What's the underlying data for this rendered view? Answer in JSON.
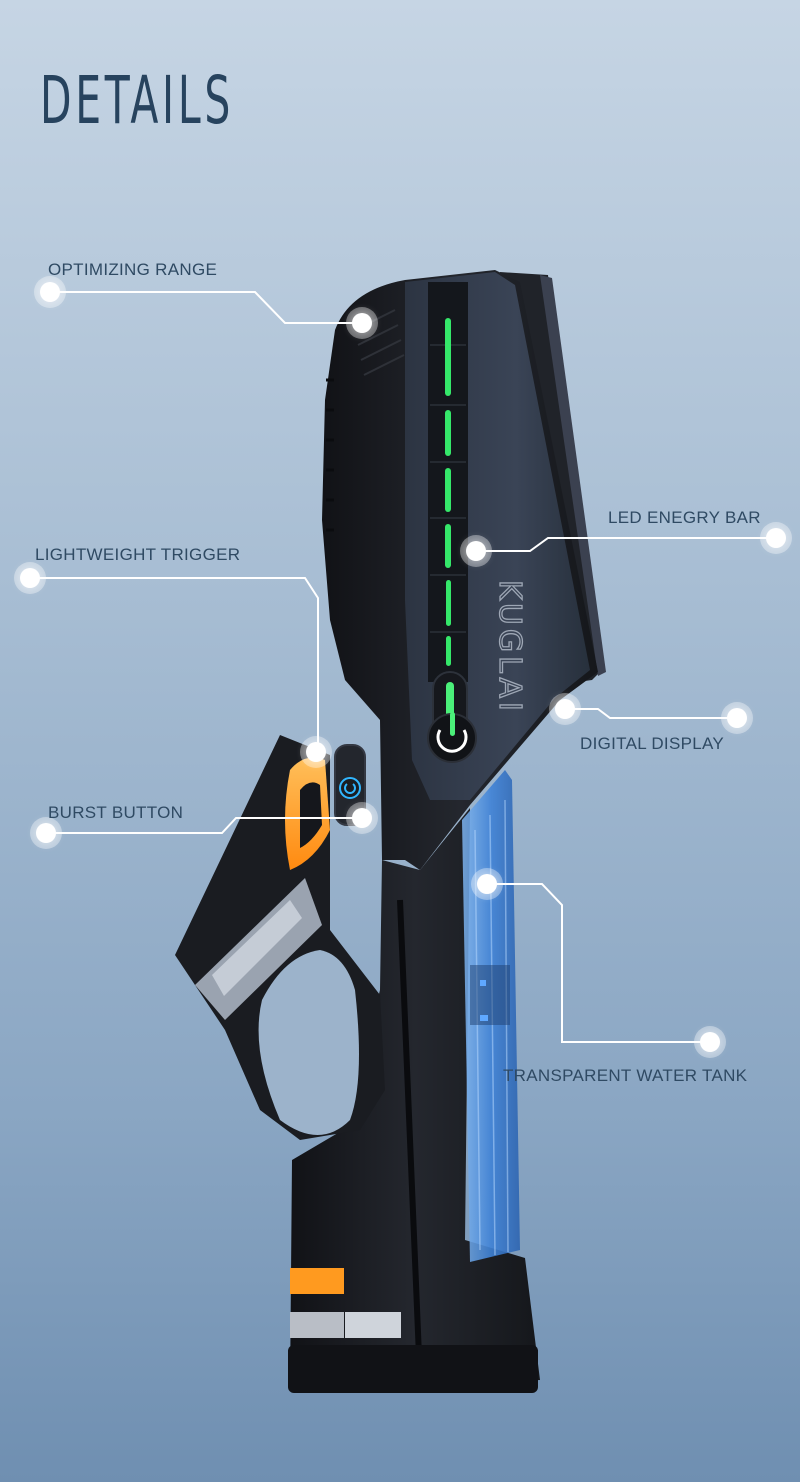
{
  "title": "DETAILS",
  "brand_mark": "KUGLAI",
  "callouts": {
    "range": "OPTIMIZING RANGE",
    "trigger": "LIGHTWEIGHT TRIGGER",
    "burst": "BURST BUTTON",
    "energy_bar": "LED ENEGRY BAR",
    "display": "DIGITAL DISPLAY",
    "tank": "TRANSPARENT WATER TANK"
  },
  "colors": {
    "led": "#35e86a",
    "accent": "#ff9a1f",
    "body": "#1b1d22",
    "tank": "#4f8fd9"
  }
}
